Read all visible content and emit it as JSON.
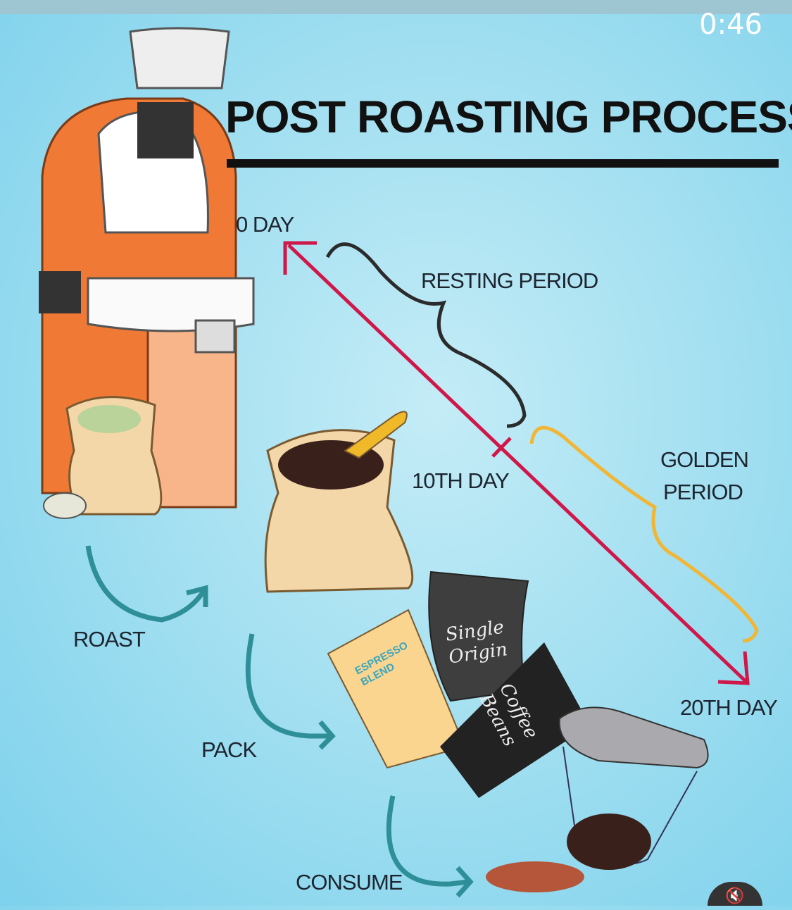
{
  "player": {
    "timestamp": "0:46",
    "mute_icon": "muted-speaker-icon"
  },
  "infographic": {
    "title": "POST ROASTING PROCESS",
    "timeline": {
      "start_label": "0 DAY",
      "mid_label": "10TH DAY",
      "end_label": "20TH DAY",
      "resting_label": "RESTING PERIOD",
      "golden_label_line1": "GOLDEN",
      "golden_label_line2": "PERIOD"
    },
    "steps": {
      "roast": "ROAST",
      "pack": "PACK",
      "consume": "CONSUME"
    },
    "bags": {
      "espresso_line1": "ESPRESSO",
      "espresso_line2": "BLEND",
      "single_origin_line1": "Single",
      "single_origin_line2": "Origin",
      "coffee_beans_line1": "Coffee",
      "coffee_beans_line2": "Beans"
    },
    "colors": {
      "timeline": "#d0174a",
      "golden": "#f2b636",
      "resting": "#2b2b2b",
      "step_arrow": "#2e8f98",
      "roaster": "#f07a35"
    }
  }
}
